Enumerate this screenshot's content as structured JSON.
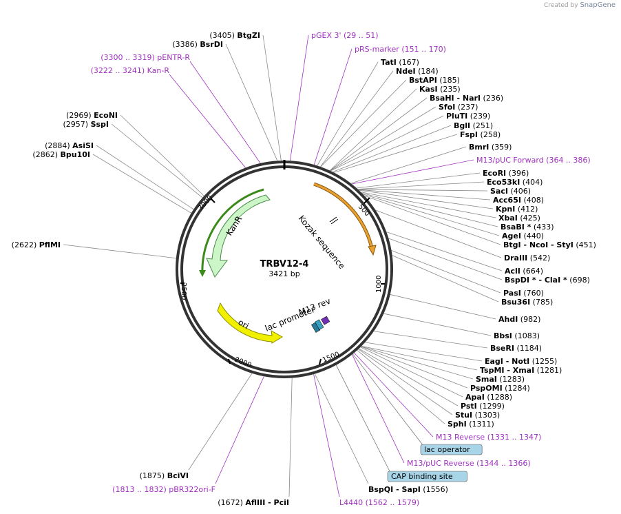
{
  "credit": {
    "prefix": "Created by",
    "brand": "SnapGene"
  },
  "plasmid": {
    "name": "TRBV12-4",
    "length_label": "3421 bp",
    "length": 3421
  },
  "ticks": [
    "500",
    "1000",
    "1500",
    "2000",
    "2500",
    "3000"
  ],
  "features": [
    {
      "name": "KanR",
      "label": "KanR",
      "color": "#ccf5c8",
      "stroke": "#3a8a2a",
      "outline_color": "#3a8a1a"
    },
    {
      "name": "ori",
      "label": "ori",
      "color": "#f0f000",
      "stroke": "#9a9a00"
    },
    {
      "name": "Kozak",
      "label": "Kozak sequence",
      "color": "#e8a030"
    },
    {
      "name": "lac promoter",
      "label": "lac promoter",
      "color": "#2b7a9a"
    },
    {
      "name": "M13 rev",
      "label": "M13 rev",
      "color": "#8040c0"
    }
  ],
  "boxed_labels": [
    {
      "text": "lac operator",
      "color": "#a8d4e8"
    },
    {
      "text": "CAP binding site",
      "color": "#a8d4e8"
    }
  ],
  "right_enzymes": [
    {
      "name": "TatI",
      "pos": "(167)"
    },
    {
      "name": "NdeI",
      "pos": "(184)"
    },
    {
      "name": "BstAPI",
      "pos": "(185)"
    },
    {
      "name": "KasI",
      "pos": "(235)"
    },
    {
      "name": "BsaHI  - NarI",
      "pos": "(236)"
    },
    {
      "name": "SfoI",
      "pos": "(237)"
    },
    {
      "name": "PluTI",
      "pos": "(239)"
    },
    {
      "name": "BglI",
      "pos": "(251)"
    },
    {
      "name": "FspI",
      "pos": "(258)"
    },
    {
      "name": "BmrI",
      "pos": "(359)"
    },
    {
      "name": "EcoRI",
      "pos": "(396)"
    },
    {
      "name": "Eco53kI",
      "pos": "(404)"
    },
    {
      "name": "SacI",
      "pos": "(406)"
    },
    {
      "name": "Acc65I",
      "pos": "(408)"
    },
    {
      "name": "KpnI",
      "pos": "(412)"
    },
    {
      "name": "XbaI",
      "pos": "(425)"
    },
    {
      "name": "BsaBI *",
      "pos": "(433)"
    },
    {
      "name": "AgeI",
      "pos": "(440)"
    },
    {
      "name": "BtgI  - NcoI  - StyI",
      "pos": "(451)"
    },
    {
      "name": "DraIII",
      "pos": "(542)"
    },
    {
      "name": "AclI",
      "pos": "(664)"
    },
    {
      "name": "BspDI *  - ClaI *",
      "pos": "(698)"
    },
    {
      "name": "PasI",
      "pos": "(760)"
    },
    {
      "name": "Bsu36I",
      "pos": "(785)"
    },
    {
      "name": "AhdI",
      "pos": "(982)"
    },
    {
      "name": "BbsI",
      "pos": "(1083)"
    },
    {
      "name": "BseRI",
      "pos": "(1184)"
    },
    {
      "name": "EagI  - NotI",
      "pos": "(1255)"
    },
    {
      "name": "TspMI  - XmaI",
      "pos": "(1281)"
    },
    {
      "name": "SmaI",
      "pos": "(1283)"
    },
    {
      "name": "PspOMI",
      "pos": "(1284)"
    },
    {
      "name": "ApaI",
      "pos": "(1288)"
    },
    {
      "name": "PstI",
      "pos": "(1299)"
    },
    {
      "name": "StuI",
      "pos": "(1303)"
    },
    {
      "name": "SphI",
      "pos": "(1311)"
    }
  ],
  "right_primers": [
    {
      "name": "pGEX 3'",
      "range": "(29 .. 51)"
    },
    {
      "name": "pRS-marker",
      "range": "(151 .. 170)"
    },
    {
      "name": "M13/pUC Forward",
      "range": "(364 .. 386)"
    },
    {
      "name": "M13 Reverse",
      "range": "(1331 .. 1347)"
    },
    {
      "name": "M13/pUC Reverse",
      "range": "(1344 .. 1366)"
    }
  ],
  "bottom_enzymes": [
    {
      "name": "BspQI  - SapI",
      "pos": "(1556)"
    },
    {
      "name": "AflIII  - PciI",
      "pos": "(1672)"
    },
    {
      "name": "BciVI",
      "pos": "(1875)"
    }
  ],
  "bottom_primers": [
    {
      "name": "L4440",
      "range": "(1562 .. 1579)"
    },
    {
      "name": "pBR322ori-F",
      "range": "(1813 .. 1832)"
    }
  ],
  "left_enzymes": [
    {
      "name": "PflMI",
      "pos": "(2622)"
    },
    {
      "name": "Bpu10I",
      "pos": "(2862)"
    },
    {
      "name": "AsiSI",
      "pos": "(2884)"
    },
    {
      "name": "SspI",
      "pos": "(2957)"
    },
    {
      "name": "EcoNI",
      "pos": "(2969)"
    },
    {
      "name": "BsrDI",
      "pos": "(3386)"
    },
    {
      "name": "BtgZI",
      "pos": "(3405)"
    }
  ],
  "left_primers": [
    {
      "name": "Kan-R",
      "range": "(3222 .. 3241)"
    },
    {
      "name": "pENTR-R",
      "range": "(3300 .. 3319)"
    }
  ]
}
